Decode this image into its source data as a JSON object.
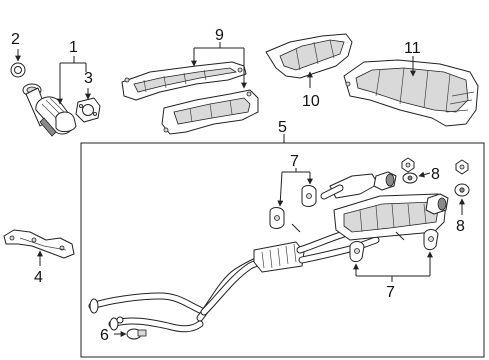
{
  "callouts": {
    "c1": "1",
    "c2": "2",
    "c3": "3",
    "c4": "4",
    "c5": "5",
    "c6": "6",
    "c7a": "7",
    "c7b": "7",
    "c8a": "8",
    "c8b": "8",
    "c9": "9",
    "c10": "10",
    "c11": "11"
  }
}
